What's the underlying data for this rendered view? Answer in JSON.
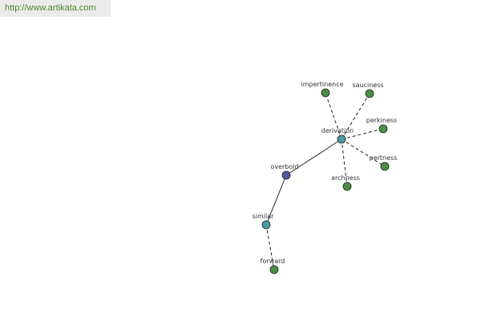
{
  "banner": {
    "url": "http://www.artikata.com"
  },
  "colors": {
    "background": "#ffffff",
    "banner_bg": "#ebebeb",
    "banner_text": "#4a8a2a",
    "node_root": "#4b5aa0",
    "node_mid": "#4a9aa0",
    "node_leaf": "#4a8f45",
    "edge": "#222222"
  },
  "graph": {
    "nodes": [
      {
        "id": "overbold",
        "label": "overbold",
        "kind": "root"
      },
      {
        "id": "derivation",
        "label": "derivation",
        "kind": "mid"
      },
      {
        "id": "similar",
        "label": "similar",
        "kind": "mid"
      },
      {
        "id": "forward",
        "label": "forward",
        "kind": "leaf"
      },
      {
        "id": "impertinence",
        "label": "impertinence",
        "kind": "leaf"
      },
      {
        "id": "sauciness",
        "label": "sauciness",
        "kind": "leaf"
      },
      {
        "id": "perkiness",
        "label": "perkiness",
        "kind": "leaf"
      },
      {
        "id": "pertness",
        "label": "pertness",
        "kind": "leaf"
      },
      {
        "id": "archness",
        "label": "archness",
        "kind": "leaf"
      }
    ],
    "edges": [
      {
        "from": "overbold",
        "to": "derivation",
        "style": "solid"
      },
      {
        "from": "overbold",
        "to": "similar",
        "style": "solid"
      },
      {
        "from": "similar",
        "to": "forward",
        "style": "dashed"
      },
      {
        "from": "derivation",
        "to": "impertinence",
        "style": "dashed"
      },
      {
        "from": "derivation",
        "to": "sauciness",
        "style": "dashed"
      },
      {
        "from": "derivation",
        "to": "perkiness",
        "style": "dashed"
      },
      {
        "from": "derivation",
        "to": "pertness",
        "style": "dashed"
      },
      {
        "from": "derivation",
        "to": "archness",
        "style": "dashed"
      }
    ]
  }
}
